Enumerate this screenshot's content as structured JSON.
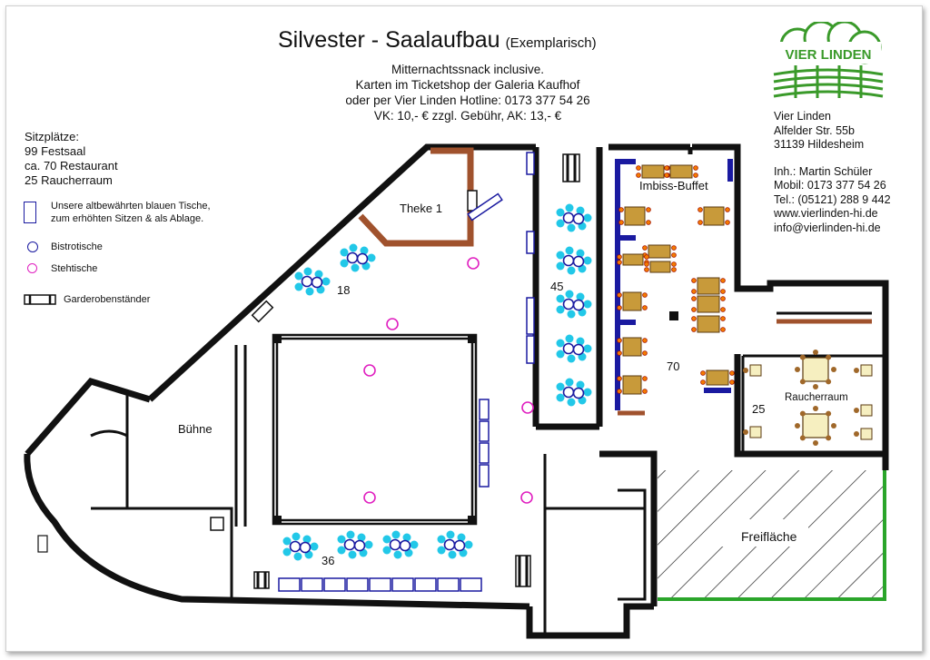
{
  "header": {
    "title": "Silvester - Saalaufbau",
    "title_suffix": "(Exemplarisch)",
    "info_lines": [
      "Mitternachtssnack inclusive.",
      "Karten im Ticketshop der Galeria Kaufhof",
      "oder per Vier Linden Hotline: 0173 377 54 26",
      "VK: 10,- € zzgl. Gebühr, AK: 13,- €"
    ]
  },
  "seats": {
    "heading": "Sitzplätze:",
    "lines": [
      "99 Festsaal",
      "ca. 70 Restaurant",
      "25 Raucherraum"
    ]
  },
  "legend": {
    "blue_tables": "Unsere altbewährten blauen Tische,\nzum erhöhten Sitzen & als Ablage.",
    "blue_tables_l1": "Unsere altbewährten blauen Tische,",
    "blue_tables_l2": "zum erhöhten Sitzen & als Ablage.",
    "bistro": "Bistrotische",
    "stand": "Stehtische",
    "wardrobe": "Garderobenständer"
  },
  "logo": {
    "text": "VIER LINDEN",
    "color": "#3a9a2a"
  },
  "address": {
    "lines": [
      "Vier Linden",
      "Alfelder Str. 55b",
      "31139 Hildesheim"
    ],
    "contact": [
      "Inh.: Martin Schüler",
      "Mobil: 0173 377 54 26",
      "Tel.: (05121) 288 9 442",
      "www.vierlinden-hi.de",
      "info@vierlinden-hi.de"
    ]
  },
  "rooms": {
    "theke": "Theke 1",
    "buffet": "Imbiss-Buffet",
    "stage": "Bühne",
    "smoking": "Raucherraum",
    "outdoor": "Freifläche"
  },
  "counts": {
    "a": "18",
    "b": "45",
    "c": "70",
    "d": "36",
    "e": "25"
  },
  "colors": {
    "wall": "#111111",
    "blue": "#1a1aa0",
    "cyan": "#22c8e8",
    "magenta": "#e020c0",
    "wood": "#a0522d",
    "table": "#c89a3a",
    "green": "#2aa52a"
  }
}
